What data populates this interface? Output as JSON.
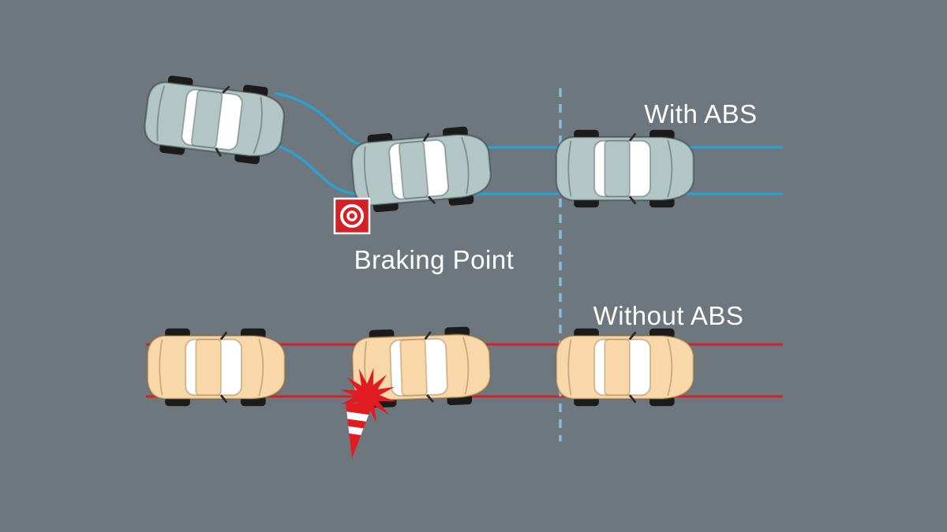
{
  "labels": {
    "with_abs": "With ABS",
    "braking_point": "Braking Point",
    "without_abs": "Without ABS"
  },
  "colors": {
    "background": "#6e767e",
    "abs_car_body": "#b2c6c6",
    "no_abs_car_body": "#f8d8a8",
    "wheel": "#1b1b1b",
    "window": "#ffffff",
    "abs_path_line": "#2f9fd0",
    "skid_line": "#d42027",
    "divider_dashed_line": "#85bcd9",
    "braking_marker_red": "#d42027",
    "crash_red": "#e01b22",
    "text": "#ffffff"
  }
}
